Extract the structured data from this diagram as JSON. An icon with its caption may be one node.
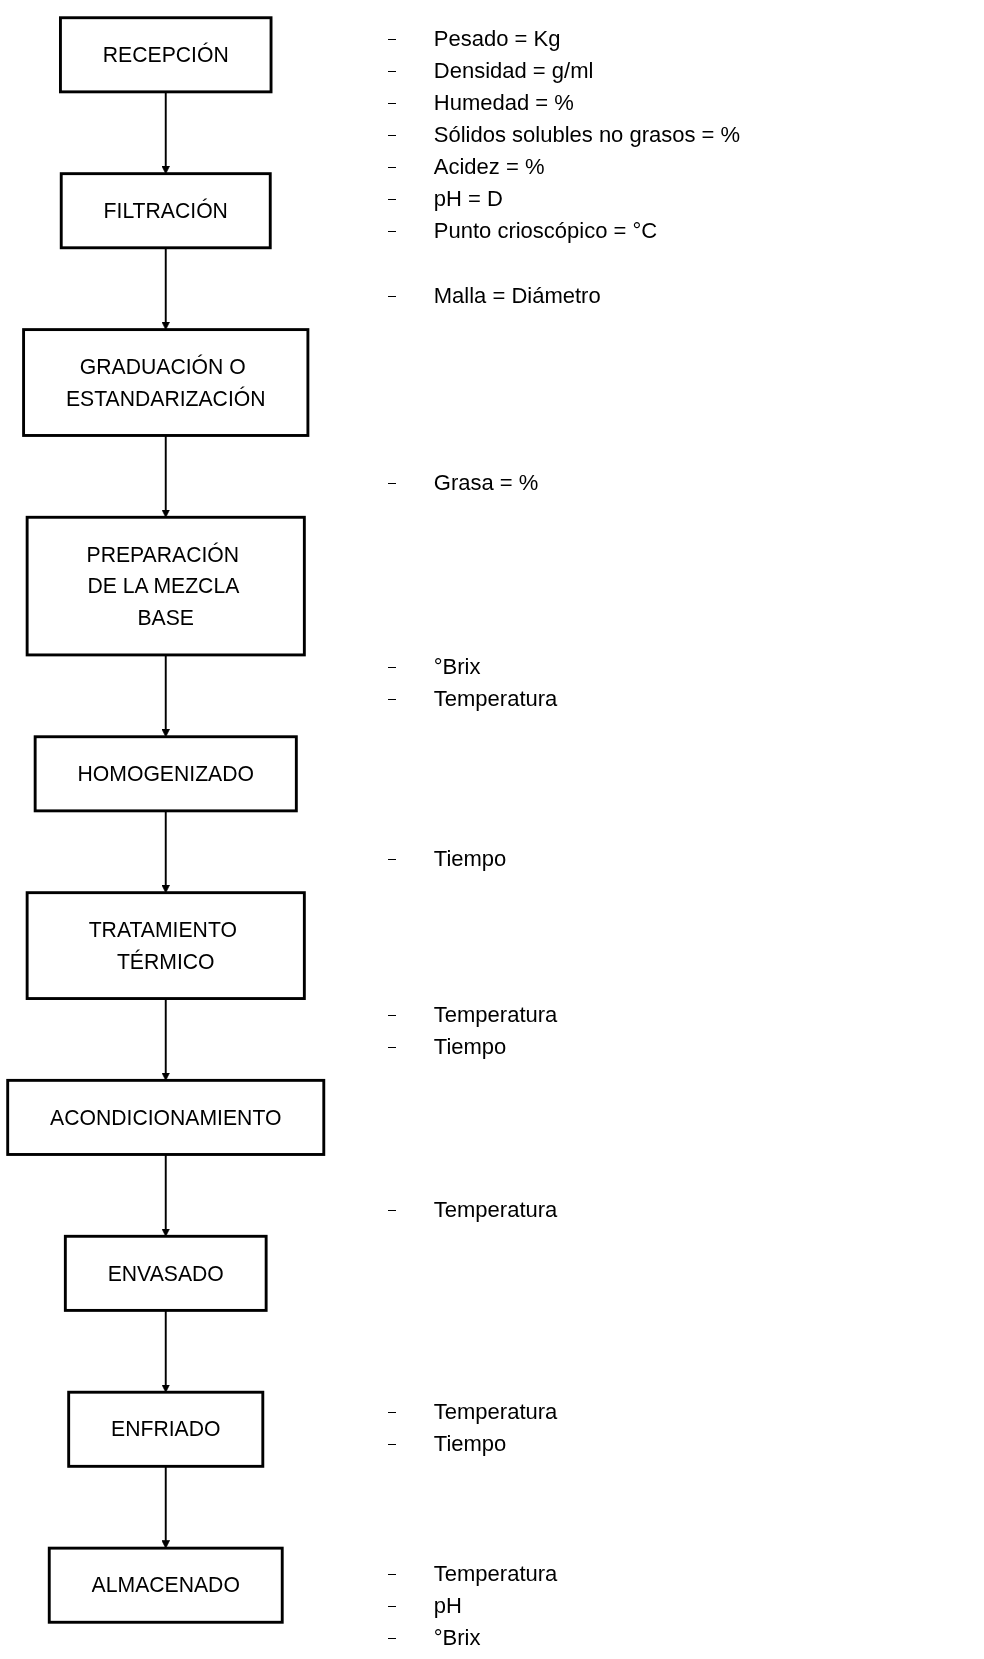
{
  "diagram": {
    "nodes": [
      {
        "text": [
          "RECEPCIÓN"
        ]
      },
      {
        "text": [
          "FILTRACIÓN"
        ]
      },
      {
        "text": [
          "GRADUACIÓN O ESTANDARIZACIÓN"
        ]
      },
      {
        "text": [
          "PREPARACIÓN DE LA MEZCLA BASE"
        ]
      },
      {
        "text": [
          "HOMOGENIZADO"
        ]
      },
      {
        "text": [
          "TRATAMIENTO TÉRMICO"
        ]
      },
      {
        "text": [
          "ACONDICIONAMIENTO"
        ]
      },
      {
        "text": [
          "ENVASADO"
        ]
      },
      {
        "text": [
          "ENFRIADO"
        ]
      },
      {
        "text": [
          "ALMACENADO"
        ]
      }
    ],
    "edges": [
      {
        "from": 0,
        "to": 1,
        "arrow": "to"
      },
      {
        "from": 1,
        "to": 2,
        "arrow": "to"
      },
      {
        "from": 2,
        "to": 3,
        "arrow": "to"
      },
      {
        "from": 3,
        "to": 4,
        "arrow": "to"
      },
      {
        "from": 4,
        "to": 5,
        "arrow": "to"
      },
      {
        "from": 5,
        "to": 6,
        "arrow": "to"
      },
      {
        "from": 6,
        "to": 7,
        "arrow": "to"
      },
      {
        "from": 7,
        "to": 8,
        "arrow": "to"
      },
      {
        "from": 8,
        "to": 9,
        "arrow": "to"
      }
    ],
    "labels": [
      "Pesado = Kg",
      "Densidad = g/ml",
      "Humedad = %",
      "Sólidos solubles no grasos = %",
      "Acidez = %",
      "pH = D",
      "Punto crioscópico = °C",
      "Malla = Diámetro",
      "Grasa = %",
      "°Brix",
      "Temperatura",
      "Tiempo",
      "Temperatura",
      "Tiempo",
      "Temperatura",
      "Temperatura",
      "Tiempo",
      "Temperatura",
      "pH",
      "°Brix"
    ]
  }
}
